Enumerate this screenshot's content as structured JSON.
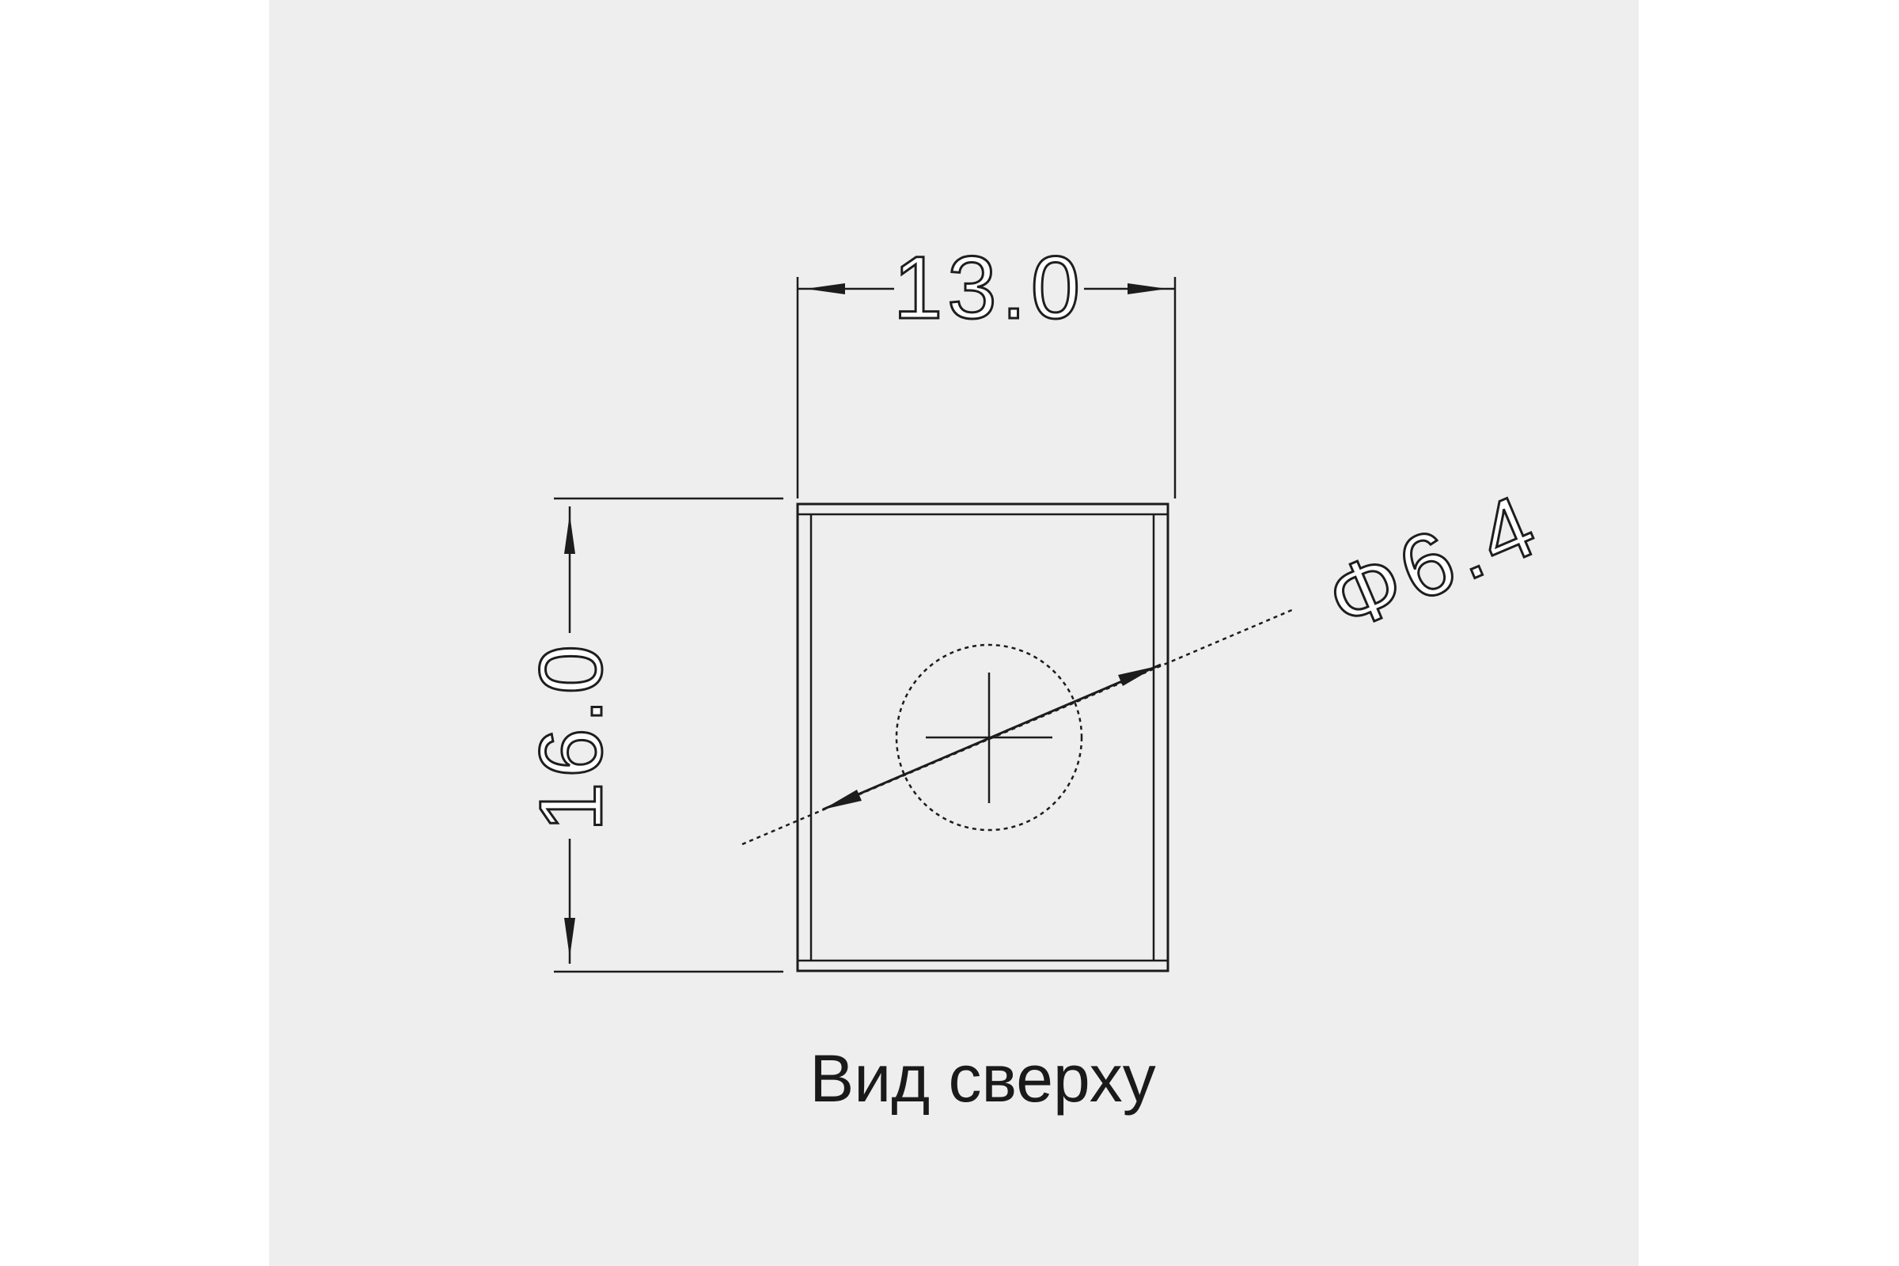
{
  "drawing": {
    "width_label": "13.0",
    "height_label": "16.0",
    "hole_label": "Φ6.4",
    "view_caption": "Вид сверху"
  },
  "colors": {
    "background": "#eeeeee",
    "lines": "#1c1c1c",
    "text": "#1a1a1a"
  }
}
